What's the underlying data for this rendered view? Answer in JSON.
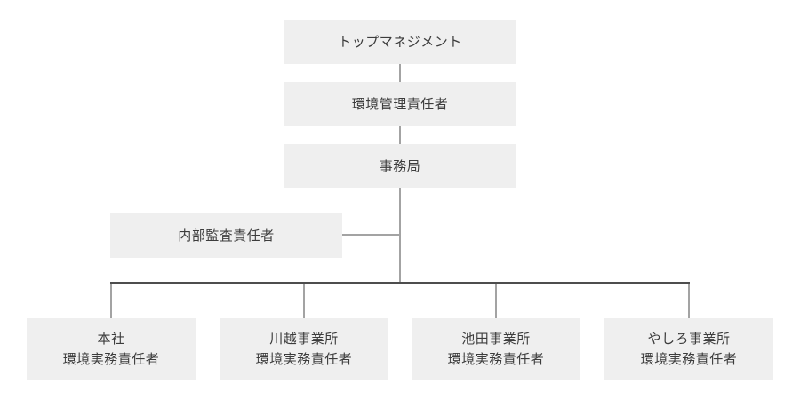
{
  "org_chart": {
    "title": "environmental-management-organization-chart",
    "colors": {
      "box_fill": "#efefef",
      "text": "#3c3c3c",
      "connector": "#a3a3a3",
      "branch_line": "#4d4d4d",
      "background": "#ffffff"
    },
    "nodes": {
      "top_management": {
        "label": "トップマネジメント"
      },
      "env_manager": {
        "label": "環境管理責任者"
      },
      "secretariat": {
        "label": "事務局"
      },
      "internal_audit": {
        "label": "内部監査責任者"
      },
      "sites": [
        {
          "line1": "本社",
          "line2": "環境実務責任者"
        },
        {
          "line1": "川越事業所",
          "line2": "環境実務責任者"
        },
        {
          "line1": "池田事業所",
          "line2": "環境実務責任者"
        },
        {
          "line1": "やしろ事業所",
          "line2": "環境実務責任者"
        }
      ]
    }
  }
}
